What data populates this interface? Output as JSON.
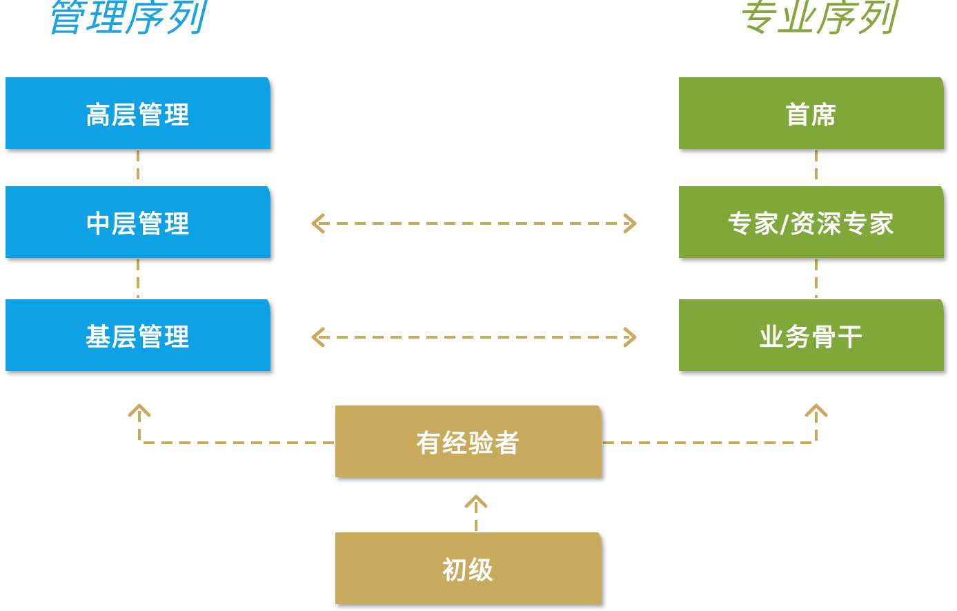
{
  "headings": {
    "management": "管理序列",
    "professional": "专业序列"
  },
  "management": {
    "senior": "高层管理",
    "middle": "中层管理",
    "junior": "基层管理"
  },
  "professional": {
    "chief": "首席",
    "expert": "专家/资深专家",
    "backbone": "业务骨干"
  },
  "base": {
    "experienced": "有经验者",
    "entry": "初级"
  },
  "colors": {
    "management": "#0ea1e6",
    "professional": "#7fa73a",
    "base": "#c8aa5c",
    "connector": "#c8aa5c"
  }
}
